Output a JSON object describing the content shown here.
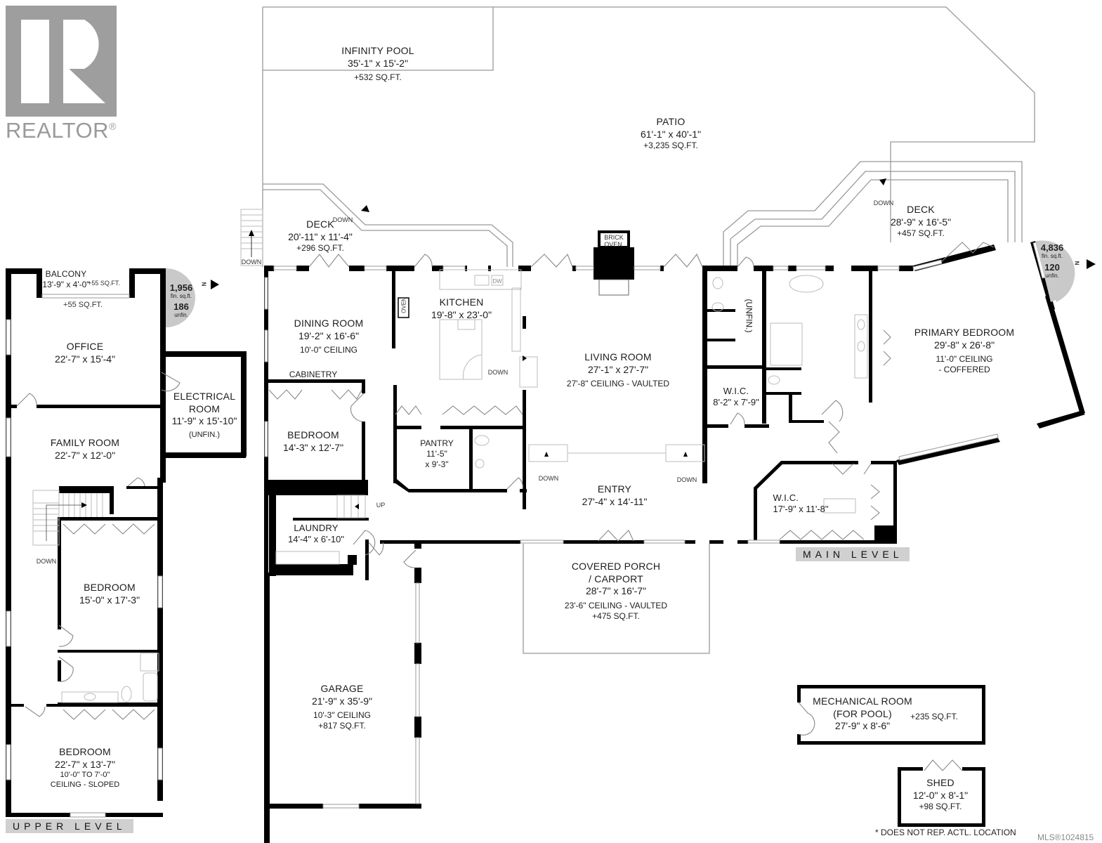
{
  "branding": {
    "logo_letter": "R",
    "logo_text": "REALTOR",
    "logo_mark": "®",
    "logo_color": "#9a9a9a"
  },
  "upper_level": {
    "tag": "UPPER LEVEL",
    "summary": {
      "finished": "1,956",
      "finished_label": "fin. sq.ft.",
      "unfinished": "186",
      "unfinished_label": "unfin.",
      "north": "N"
    },
    "rooms": [
      {
        "name": "BALCONY",
        "dim": "13'-9\" x 4'-0\"",
        "area": "+55 SQ.FT."
      },
      {
        "name": "",
        "dim": "",
        "area": "+55 SQ.FT."
      },
      {
        "name": "OFFICE",
        "dim": "22'-7\" x 15'-4\""
      },
      {
        "name": "ELECTRICAL",
        "name2": "ROOM",
        "dim": "11'-9\" x 15'-10\"",
        "note": "(UNFIN.)"
      },
      {
        "name": "FAMILY ROOM",
        "dim": "22'-7\" x 12'-0\""
      },
      {
        "name": "BEDROOM",
        "dim": "15'-0\" x 17'-3\""
      },
      {
        "name": "BEDROOM",
        "dim": "22'-7\" x 13'-7\"",
        "note": "10'-0\" TO 7'-0\"",
        "note2": "CEILING - SLOPED"
      }
    ],
    "stair_label": "DOWN"
  },
  "main_level": {
    "tag": "MAIN LEVEL",
    "summary": {
      "finished": "4,836",
      "finished_label": "fin. sq.ft.",
      "unfinished": "120",
      "unfinished_label": "unfin.",
      "north": "N"
    },
    "rooms": {
      "pool": {
        "name": "INFINITY POOL",
        "dim": "35'-1\" x 15'-2\"",
        "area": "+532 SQ.FT."
      },
      "patio": {
        "name": "PATIO",
        "dim": "61'-1\" x 40'-1\"",
        "area": "+3,235 SQ.FT."
      },
      "deck_w": {
        "name": "DECK",
        "dim": "20'-11\" x 11'-4\"",
        "area": "+296 SQ.FT.",
        "stair": "DOWN"
      },
      "deck_e": {
        "name": "DECK",
        "dim": "28'-9\" x 16'-5\"",
        "area": "+457 SQ.FT."
      },
      "brick_oven": {
        "line1": "BRICK",
        "line2": "OVEN"
      },
      "dining": {
        "name": "DINING ROOM",
        "dim": "19'-2\" x 16'-6\"",
        "note": "10'-0\" CEILING"
      },
      "cabinetry": {
        "name": "CABINETRY"
      },
      "kitchen": {
        "name": "KITCHEN",
        "dim": "19'-8\" x 23'-0\"",
        "oven": "OVEN",
        "dw": "DW"
      },
      "living": {
        "name": "LIVING ROOM",
        "dim": "27'-1\" x 27'-7\"",
        "note": "27'-8\" CEILING - VAULTED"
      },
      "bedroom": {
        "name": "BEDROOM",
        "dim": "14'-3\" x 12'-7\""
      },
      "pantry": {
        "name": "PANTRY",
        "dim": "11'-5\"",
        "dim2": "x 9'-3\""
      },
      "laundry": {
        "name": "LAUNDRY",
        "dim": "14'-4\" x 6'-10\""
      },
      "entry": {
        "name": "ENTRY",
        "dim": "27'-4\" x 14'-11\""
      },
      "unfin": {
        "name": "(UNFIN.)"
      },
      "wic_small": {
        "name": "W.I.C.",
        "dim": "8'-2\" x 7'-9\""
      },
      "wic_large": {
        "name": "W.I.C.",
        "dim": "17'-9\" x 11'-8\""
      },
      "primary": {
        "name": "PRIMARY BEDROOM",
        "dim": "29'-8\" x 26'-8\"",
        "note": "11'-0\" CEILING",
        "note2": "- COFFERED"
      },
      "porch": {
        "name": "COVERED PORCH",
        "name2": "/ CARPORT",
        "dim": "28'-7\" x 16'-7\"",
        "note": "23'-6\" CEILING  - VAULTED",
        "area": "+475 SQ.FT."
      },
      "garage": {
        "name": "GARAGE",
        "dim": "21'-9\" x 35'-9\"",
        "note": "10'-3\" CEILING",
        "area": "+817 SQ.FT."
      },
      "mechanical": {
        "name": "MECHANICAL ROOM",
        "name2": "(FOR POOL)",
        "dim": "27'-9\" x 8'-6\"",
        "area": "+235 SQ.FT."
      },
      "shed": {
        "name": "SHED",
        "dim": "12'-0\" x 8'-1\"",
        "area": "+98 SQ.FT."
      }
    },
    "stair_labels": {
      "down": "DOWN",
      "up": "UP"
    }
  },
  "footer": {
    "note": "* DOES NOT REP. ACTL. LOCATION",
    "mls": "MLS®1024815"
  }
}
